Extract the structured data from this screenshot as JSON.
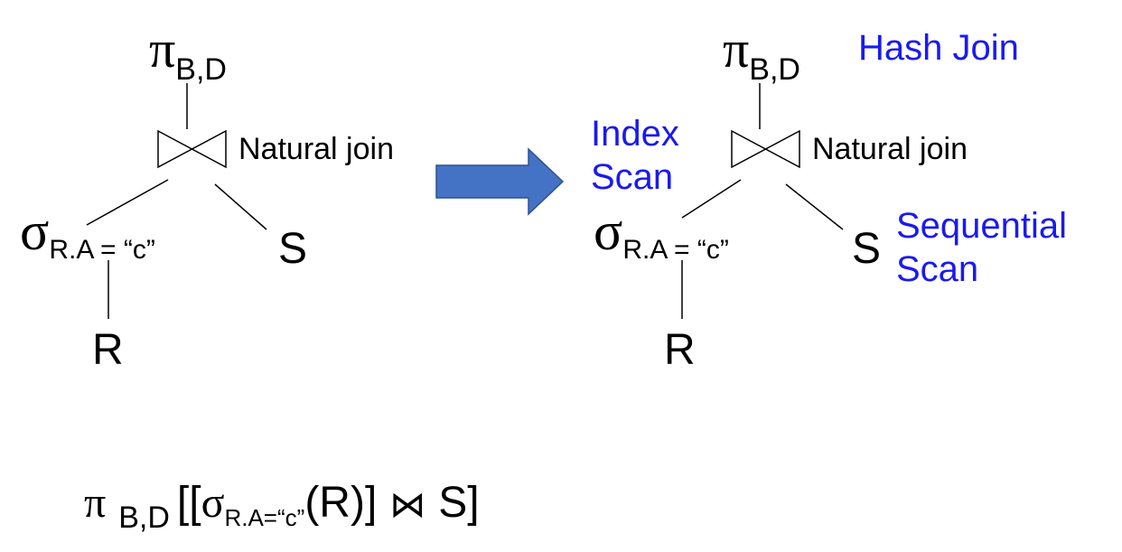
{
  "left_tree": {
    "projection_symbol": "π",
    "projection_sub": "B,D",
    "join_label": "Natural join",
    "selection_symbol": "σ",
    "selection_sub": "R.A = “c”",
    "leaf_r": "R",
    "leaf_s": "S"
  },
  "right_tree": {
    "projection_symbol": "π",
    "projection_sub": "B,D",
    "join_label": "Natural join",
    "selection_symbol": "σ",
    "selection_sub": "R.A = “c”",
    "leaf_r": "R",
    "leaf_s": "S",
    "annotation_join": "Hash Join",
    "annotation_index_line1": "Index",
    "annotation_index_line2": "Scan",
    "annotation_seq_line1": "Sequential",
    "annotation_seq_line2": "Scan"
  },
  "formula": {
    "pi": "π",
    "pi_sub": "B,D",
    "open": "[[",
    "sigma": "σ",
    "sigma_sub": "R.A=“c”",
    "r_part": "(R)]",
    "join_symbol": "⋈",
    "s_part": "S]"
  },
  "colors": {
    "arrow_fill": "#4472c4",
    "arrow_stroke": "#2f528f",
    "annotation": "#1a1aef"
  }
}
